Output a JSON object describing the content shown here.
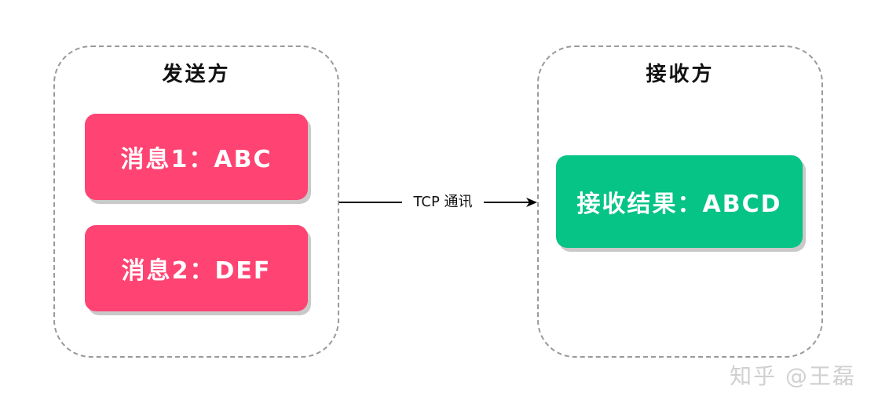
{
  "sender": {
    "title": "发送方",
    "messages": [
      {
        "label": "消息1：ABC"
      },
      {
        "label": "消息2：DEF"
      }
    ]
  },
  "receiver": {
    "title": "接收方",
    "result": "接收结果：ABCD"
  },
  "connection": {
    "label": "TCP 通讯"
  },
  "watermark": "知乎 @王磊",
  "colors": {
    "message_fill": "#ff4372",
    "result_fill": "#06c386",
    "border_dashed": "#9a9a9a"
  }
}
